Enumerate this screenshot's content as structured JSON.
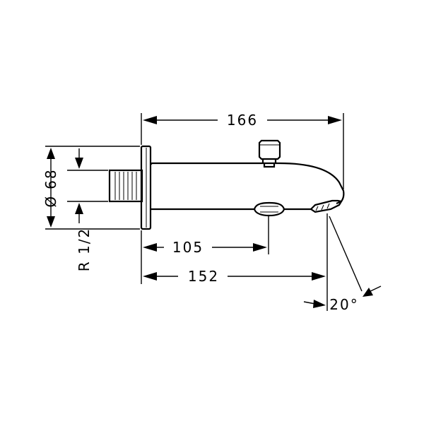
{
  "drawing": {
    "dimensions": {
      "overall_length": "166",
      "diverter_offset": "105",
      "outlet_offset": "152",
      "flange_diameter": "68",
      "flange_diameter_symbol": "Ø",
      "thread": "R 1/2",
      "outlet_angle": "20°"
    }
  }
}
